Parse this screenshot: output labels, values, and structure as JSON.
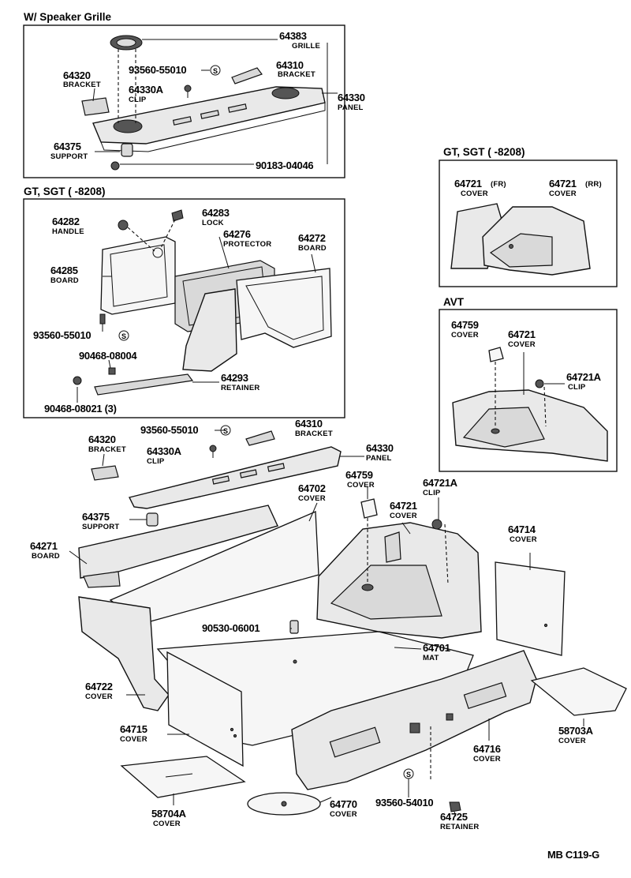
{
  "sections": {
    "speaker_grille": "W/ Speaker Grille",
    "gt_sgt_left": "GT, SGT (      -8208)",
    "gt_sgt_right": "GT, SGT (      -8208)",
    "avt": "AVT"
  },
  "footer_code": "MB  C119-G",
  "symbol_s": "S",
  "callouts": {
    "c64383": {
      "pn": "64383",
      "name": "GRILLE"
    },
    "c64310a": {
      "pn": "64310",
      "name": "BRACKET"
    },
    "c64320a": {
      "pn": "64320",
      "name": "BRACKET"
    },
    "c93560a": {
      "pn": "93560-55010"
    },
    "c64330Aa": {
      "pn": "64330A",
      "name": "CLIP"
    },
    "c64330a": {
      "pn": "64330",
      "name": "PANEL"
    },
    "c64375a": {
      "pn": "64375",
      "name": "SUPPORT"
    },
    "c90183": {
      "pn": "90183-04046"
    },
    "c64282": {
      "pn": "64282",
      "name": "HANDLE"
    },
    "c64283": {
      "pn": "64283",
      "name": "LOCK"
    },
    "c64276": {
      "pn": "64276",
      "name": "PROTECTOR"
    },
    "c64272": {
      "pn": "64272",
      "name": "BOARD"
    },
    "c64285": {
      "pn": "64285",
      "name": "BOARD"
    },
    "c93560b": {
      "pn": "93560-55010"
    },
    "c90468a": {
      "pn": "90468-08004"
    },
    "c64293": {
      "pn": "64293",
      "name": "RETAINER"
    },
    "c90468b": {
      "pn": "90468-08021 (3)"
    },
    "c64721fr": {
      "pn": "64721",
      "tag": "(FR)",
      "name": "COVER"
    },
    "c64721rr": {
      "pn": "64721",
      "tag": "(RR)",
      "name": "COVER"
    },
    "c64759a": {
      "pn": "64759",
      "name": "COVER"
    },
    "c64721b": {
      "pn": "64721",
      "name": "COVER"
    },
    "c64721Aa": {
      "pn": "64721A",
      "name": "CLIP"
    },
    "c93560c": {
      "pn": "93560-55010"
    },
    "c64310b": {
      "pn": "64310",
      "name": "BRACKET"
    },
    "c64320b": {
      "pn": "64320",
      "name": "BRACKET"
    },
    "c64330Ab": {
      "pn": "64330A",
      "name": "CLIP"
    },
    "c64330b": {
      "pn": "64330",
      "name": "PANEL"
    },
    "c64759b": {
      "pn": "64759",
      "name": "COVER"
    },
    "c64721Ab": {
      "pn": "64721A",
      "name": "CLIP"
    },
    "c64702": {
      "pn": "64702",
      "name": "COVER"
    },
    "c64721c": {
      "pn": "64721",
      "name": "COVER"
    },
    "c64375b": {
      "pn": "64375",
      "name": "SUPPORT"
    },
    "c64271": {
      "pn": "64271",
      "name": "BOARD"
    },
    "c64714": {
      "pn": "64714",
      "name": "COVER"
    },
    "c90530": {
      "pn": "90530-06001"
    },
    "c64701": {
      "pn": "64701",
      "name": "MAT"
    },
    "c64722": {
      "pn": "64722",
      "name": "COVER"
    },
    "c58703A": {
      "pn": "58703A",
      "name": "COVER"
    },
    "c64716": {
      "pn": "64716",
      "name": "COVER"
    },
    "c64715": {
      "pn": "64715",
      "name": "COVER"
    },
    "c93560d": {
      "pn": "93560-54010"
    },
    "c58704A": {
      "pn": "58704A",
      "name": "COVER"
    },
    "c64770": {
      "pn": "64770",
      "name": "COVER"
    },
    "c64725": {
      "pn": "64725",
      "name": "RETAINER"
    }
  }
}
